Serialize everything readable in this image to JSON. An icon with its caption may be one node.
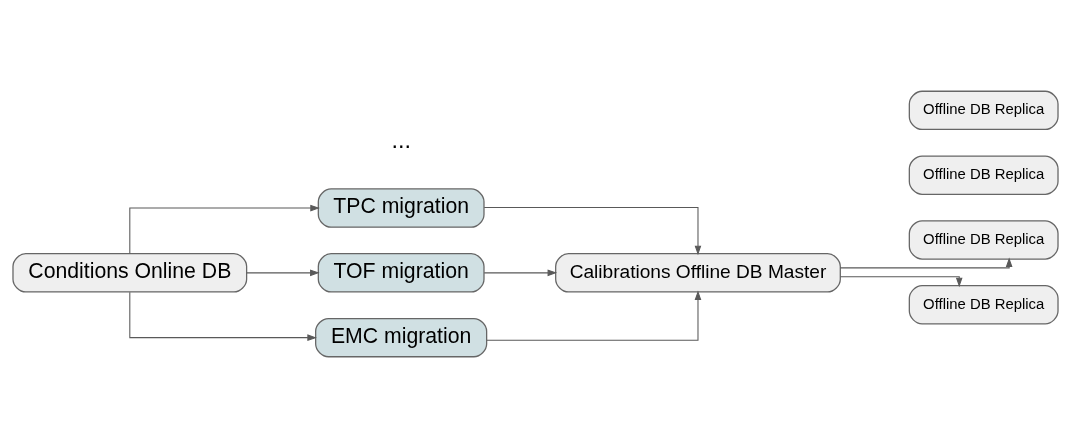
{
  "diagram": {
    "nodes": [
      {
        "text": [
          "Conditions Online DB"
        ]
      },
      {
        "text": [
          "TPC migration"
        ]
      },
      {
        "text": [
          "TOF migration"
        ]
      },
      {
        "text": [
          "EMC migration"
        ]
      },
      {
        "text": [
          "Calibrations Offline DB Master"
        ]
      },
      {
        "text": [
          "Offline DB Replica"
        ]
      },
      {
        "text": [
          "Offline DB Replica"
        ]
      },
      {
        "text": [
          "Offline DB Replica"
        ]
      },
      {
        "text": [
          "Offline DB Replica"
        ]
      }
    ],
    "edges": [
      {
        "from": 0,
        "to": 1,
        "arrow": "to"
      },
      {
        "from": 0,
        "to": 2,
        "arrow": "to"
      },
      {
        "from": 0,
        "to": 3,
        "arrow": "to"
      },
      {
        "from": 1,
        "to": 4,
        "arrow": "to"
      },
      {
        "from": 2,
        "to": 4,
        "arrow": "to"
      },
      {
        "from": 3,
        "to": 4,
        "arrow": "to"
      },
      {
        "from": 4,
        "to": 5,
        "arrow": "to"
      },
      {
        "from": 4,
        "to": 8,
        "arrow": "to"
      }
    ],
    "labels": [
      "..."
    ]
  }
}
